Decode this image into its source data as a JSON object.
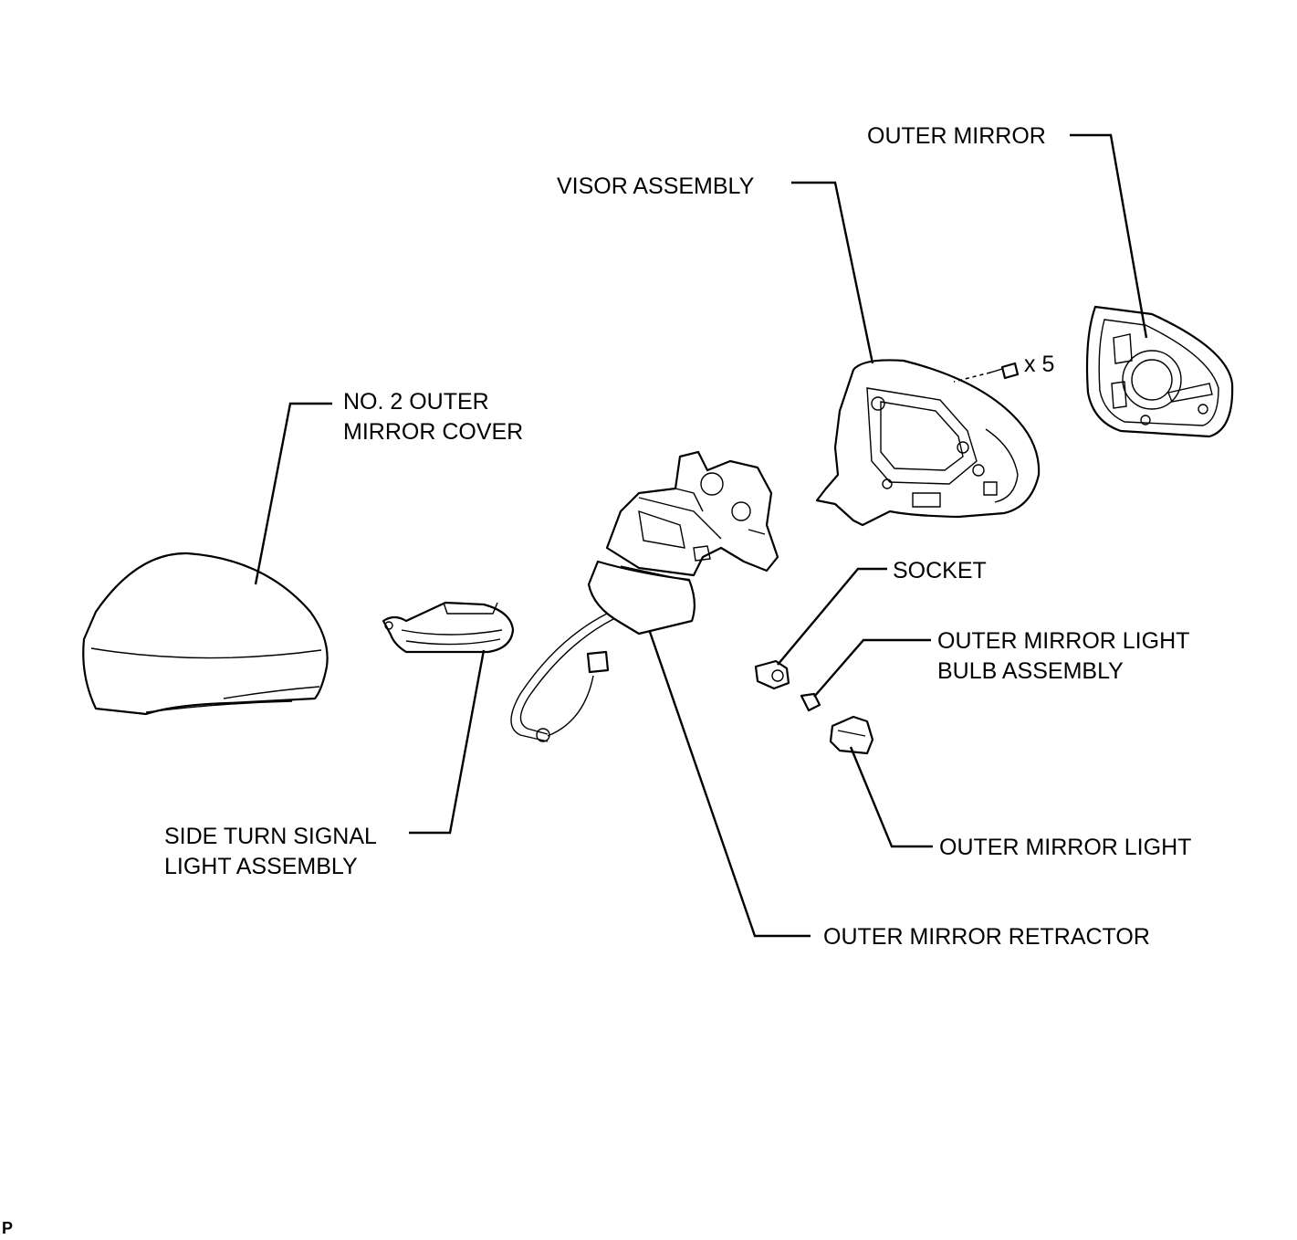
{
  "labels": {
    "outer_mirror": "OUTER MIRROR",
    "visor_assembly": "VISOR ASSEMBLY",
    "screw_qty": "x 5",
    "mirror_cover": "NO. 2 OUTER\nMIRROR COVER",
    "socket": "SOCKET",
    "bulb_assembly": "OUTER MIRROR LIGHT\nBULB ASSEMBLY",
    "turn_signal": "SIDE TURN SIGNAL\nLIGHT ASSEMBLY",
    "outer_mirror_light": "OUTER MIRROR LIGHT",
    "retractor": "OUTER MIRROR RETRACTOR"
  },
  "corner_mark": "P"
}
